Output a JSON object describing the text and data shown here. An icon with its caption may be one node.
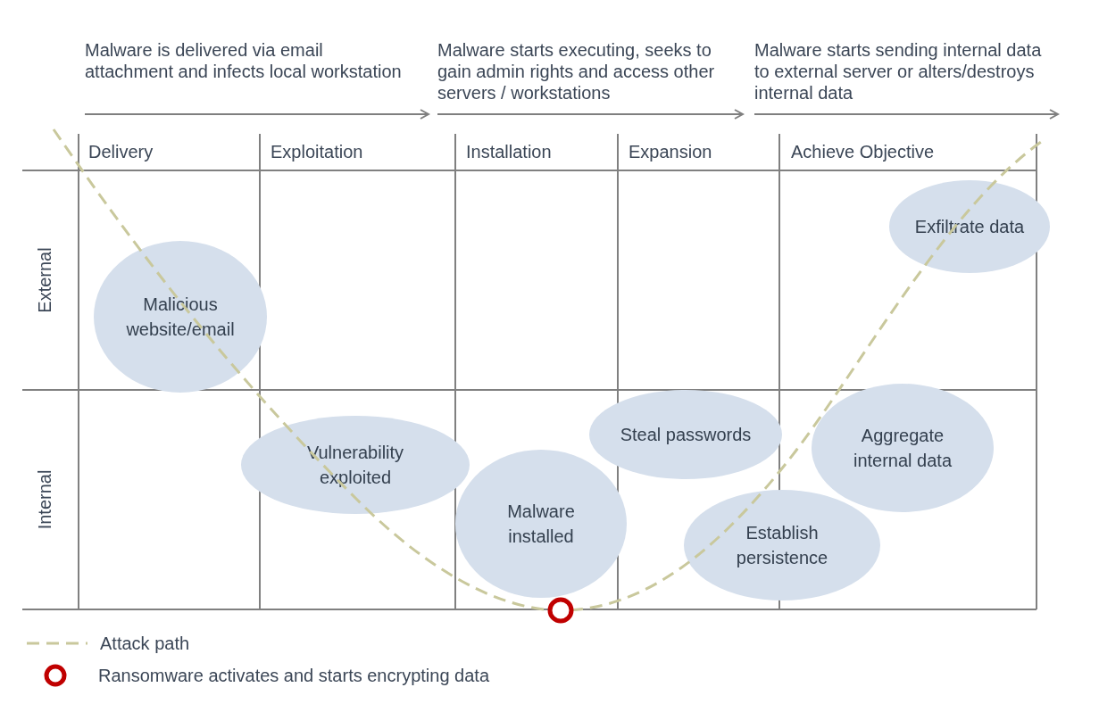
{
  "diagram": {
    "nodes": [
      {
        "text": [
          "Malicious website/email"
        ]
      },
      {
        "text": [
          "Vulnerability exploited"
        ]
      },
      {
        "text": [
          "Malware installed"
        ]
      },
      {
        "text": [
          "Steal passwords"
        ]
      },
      {
        "text": [
          "Establish persistence"
        ]
      },
      {
        "text": [
          "Aggregate internal data"
        ]
      },
      {
        "text": [
          "Exfiltrate data"
        ]
      }
    ],
    "edges": [],
    "labels": [
      "Malware is delivered via email attachment and infects local workstation",
      "Malware starts executing, seeks to gain admin rights and access other servers / workstations",
      "Malware starts sending internal data to external server or alters/destroys internal data",
      "Delivery",
      "Exploitation",
      "Installation",
      "Expansion",
      "Achieve Objective",
      "External",
      "Internal"
    ],
    "legend": [
      {
        "text": "Attack path"
      },
      {
        "text": "Ransomware activates and starts encrypting data"
      }
    ]
  }
}
